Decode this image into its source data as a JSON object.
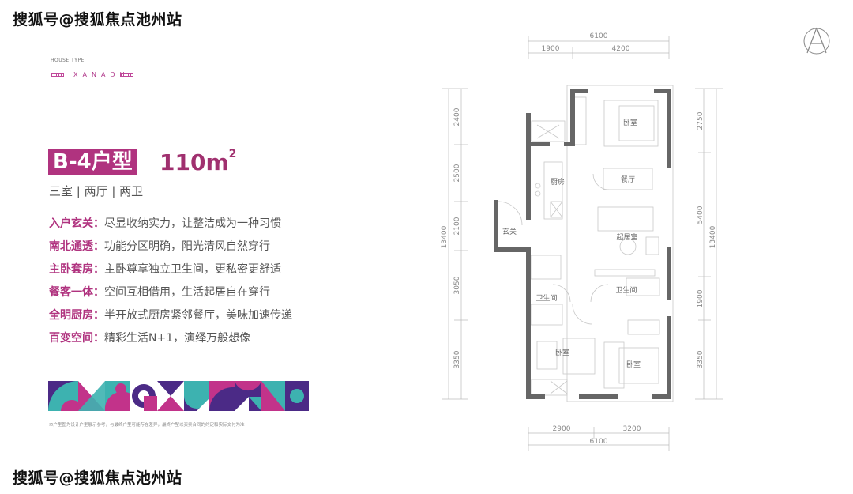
{
  "watermark": "搜狐号@搜狐焦点池州站",
  "header": {
    "house_type": "HOUSE TYPE",
    "brand": "XANADU"
  },
  "unit": {
    "name": "B-4户型",
    "area": "110m",
    "area_sup": "2",
    "layout": "三室 | 两厅 | 两卫"
  },
  "features": [
    {
      "key": "入户玄关：",
      "text": "尽显收纳实力，让整洁成为一种习惯"
    },
    {
      "key": "南北通透：",
      "text": "功能分区明确，阳光清风自然穿行"
    },
    {
      "key": "主卧套房：",
      "text": "主卧尊享独立卫生间，更私密更舒适"
    },
    {
      "key": "餐客一体：",
      "text": "空间互相借用，生活起居自在穿行"
    },
    {
      "key": "全明厨房：",
      "text": "半开放式厨房紧邻餐厅，美味加速传递"
    },
    {
      "key": "百变空间：",
      "text": "精彩生活N+1，演绎万般想像"
    }
  ],
  "disclaimer": "本户型图为设计户型展示参考，与最终户型可能存在差异，最终户型以买卖合同的约定和实际交付为准",
  "plan": {
    "rooms": {
      "bedroom_n": "卧室",
      "dining": "餐厅",
      "kitchen": "厨房",
      "entry": "玄关",
      "living": "起居室",
      "bath_l": "卫生间",
      "bath_r": "卫生间",
      "bedroom_sw": "卧室",
      "bedroom_se": "卧室"
    },
    "dims_top": {
      "total": "6100",
      "a": "1900",
      "b": "4200"
    },
    "dims_bottom": {
      "total": "6100",
      "a": "2900",
      "b": "3200"
    },
    "dims_left": {
      "total": "13400",
      "s1": "2400",
      "s2": "2500",
      "s3": "2100",
      "s4": "3050",
      "s5": "3350"
    },
    "dims_right": {
      "total": "13400",
      "s1": "2750",
      "s2": "5400",
      "s3": "1900",
      "s4": "3350"
    }
  },
  "colors": {
    "accent": "#b0337f",
    "purple": "#4b2a86",
    "teal": "#3db2b0",
    "wall": "#666666"
  }
}
